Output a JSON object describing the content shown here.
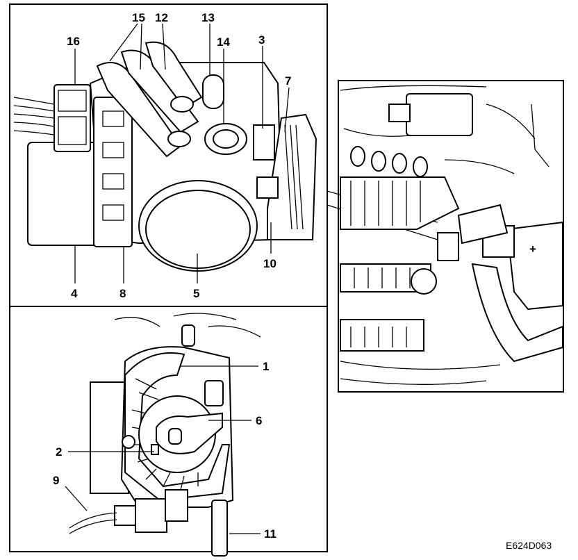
{
  "figure_code": "E624D063",
  "top_callouts": {
    "c16": "16",
    "c15": "15",
    "c12": "12",
    "c13": "13",
    "c14": "14",
    "c3": "3",
    "c7": "7",
    "c4": "4",
    "c8": "8",
    "c5": "5",
    "c10": "10"
  },
  "bottom_callouts": {
    "c1": "1",
    "c6": "6",
    "c2": "2",
    "c9": "9",
    "c11": "11"
  }
}
